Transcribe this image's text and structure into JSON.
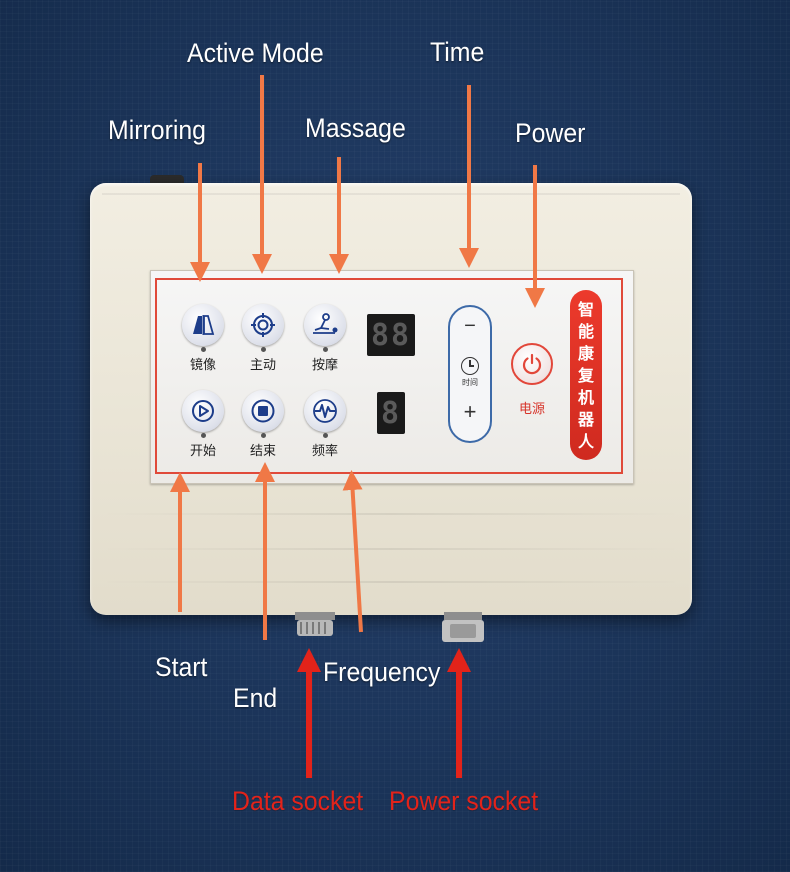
{
  "callouts": {
    "active_mode": "Active Mode",
    "time": "Time",
    "mirroring": "Mirroring",
    "massage": "Massage",
    "power": "Power",
    "start": "Start",
    "end": "End",
    "frequency": "Frequency",
    "data_socket": "Data socket",
    "power_socket": "Power socket"
  },
  "panel": {
    "buttons": [
      {
        "label": "镜像",
        "icon": "mirror-icon"
      },
      {
        "label": "主动",
        "icon": "target-icon"
      },
      {
        "label": "按摩",
        "icon": "massage-icon"
      },
      {
        "label": "开始",
        "icon": "play-icon"
      },
      {
        "label": "结束",
        "icon": "stop-icon"
      },
      {
        "label": "频率",
        "icon": "wave-icon"
      }
    ],
    "display_top": "88",
    "display_bottom": "8",
    "time_control": {
      "minus": "−",
      "plus": "+",
      "label": "时间"
    },
    "power_label": "电源",
    "brand_vertical": [
      "智",
      "能",
      "康",
      "复",
      "机",
      "器",
      "人"
    ]
  },
  "colors": {
    "background": "#1b3459",
    "arrow_orange": "#f07846",
    "arrow_red": "#e2231a",
    "panel_frame": "#e04a3a",
    "badge_red": "#e33527"
  }
}
